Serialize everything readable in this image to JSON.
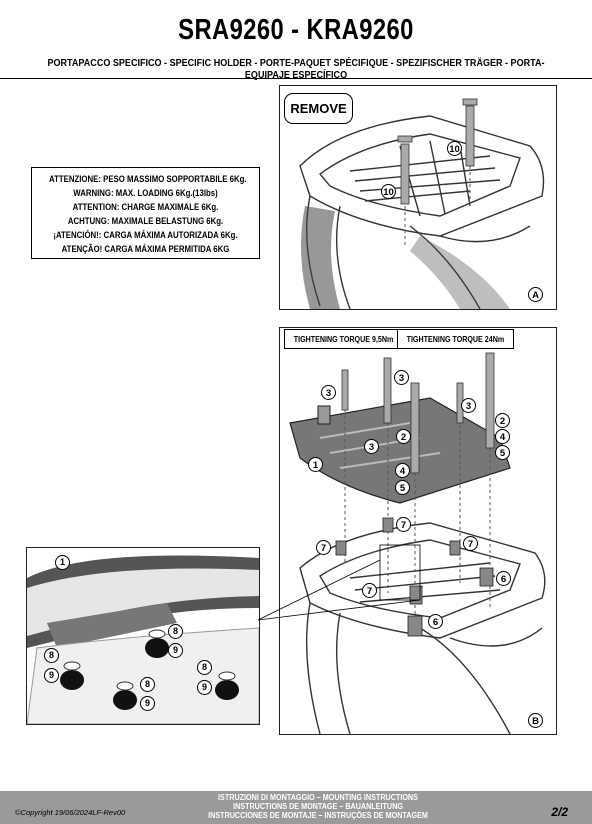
{
  "header": {
    "title": "SRA9260 - KRA9260",
    "subtitle": "PORTAPACCO SPECIFICO - SPECIFIC HOLDER - PORTE-PAQUET SPÉCIFIQUE - SPEZIFISCHER TRÄGER - PORTA-EQUIPAJE ESPECÍFICO"
  },
  "warning": {
    "lines": [
      "ATTENZIONE: PESO MASSIMO SOPPORTABILE 6Kg.",
      "WARNING: MAX. LOADING 6Kg.(13lbs)",
      "ATTENTION: CHARGE MAXIMALE 6Kg.",
      "ACHTUNG: MAXIMALE BELASTUNG 6Kg.",
      "¡ATENCIÓN!: CARGA MÁXIMA AUTORIZADA 6Kg.",
      "ATENÇÃO! CARGA MÁXIMA PERMITIDA 6KG"
    ]
  },
  "panel_a": {
    "remove_label": "REMOVE",
    "corner_label": "A",
    "callouts": [
      "10",
      "10"
    ]
  },
  "panel_b": {
    "corner_label": "B",
    "torque_left": "TIGHTENING TORQUE 9,5Nm",
    "torque_right": "TIGHTENING TORQUE 24Nm",
    "callouts": [
      "3",
      "3",
      "3",
      "3",
      "2",
      "2",
      "4",
      "4",
      "5",
      "5",
      "1",
      "7",
      "7",
      "7",
      "7",
      "6",
      "6"
    ]
  },
  "panel_detail": {
    "corner_label": "1",
    "callouts": [
      "8",
      "9",
      "8",
      "9",
      "8",
      "9",
      "8",
      "9"
    ]
  },
  "footer": {
    "copyright": "©Copyright 19/06/2024LF-Rev00",
    "instructions": [
      "ISTRUZIONI DI MONTAGGIO  –  MOUNTING INSTRUCTIONS",
      "INSTRUCTIONS DE MONTAGE – BAUANLEITUNG",
      "INSTRUCCIONES DE MONTAJE – INSTRUÇÕES DE MONTAGEM"
    ],
    "page": "2/2"
  }
}
